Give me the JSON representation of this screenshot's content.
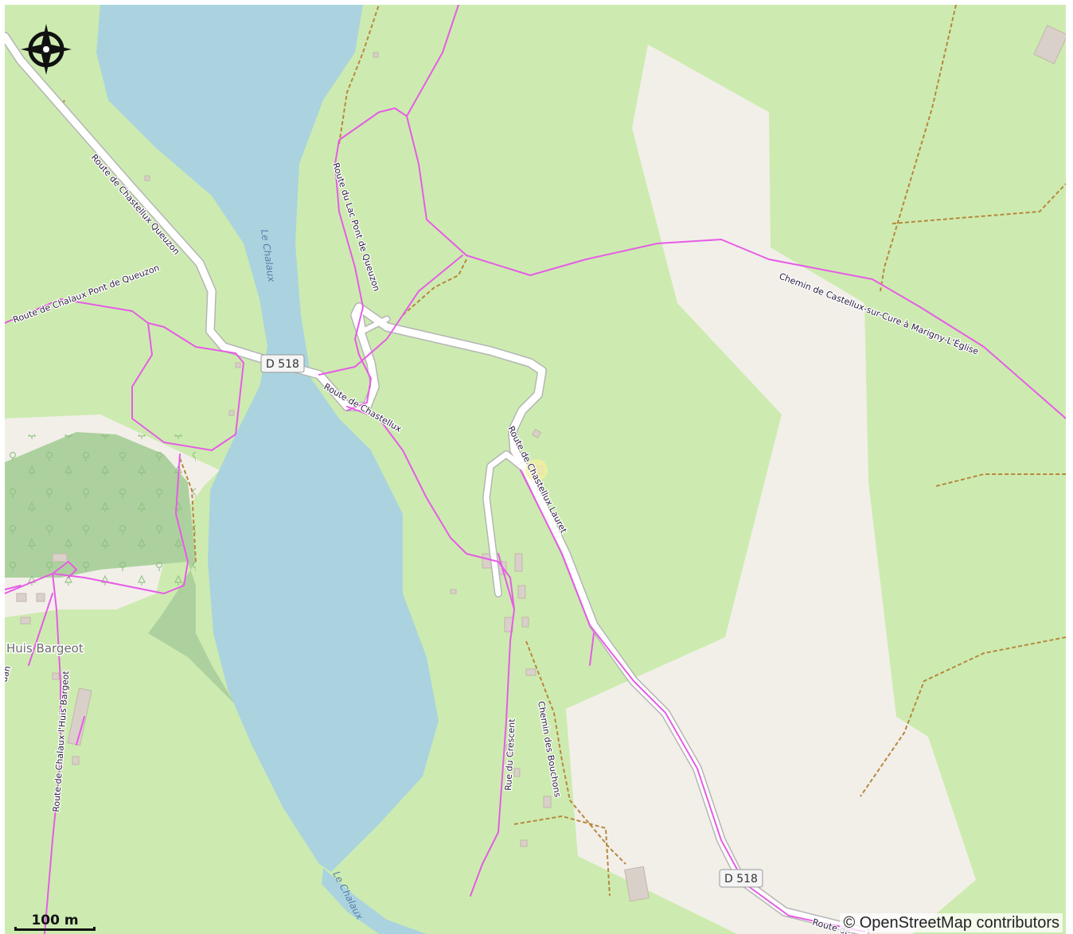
{
  "map": {
    "title_fragment": "ngligue quelque",
    "attribution": "© OpenStreetMap contributors",
    "scale_label": "100 m",
    "compass_icon": "compass-icon",
    "colors": {
      "grass": "#cdebb0",
      "water": "#aad3df",
      "farmland": "#f2efe9",
      "forest": "#add19e",
      "road_casing": "#b5b5b5",
      "road_fill": "#ffffff",
      "route_overlay": "#e65ce6",
      "track": "#b8873e",
      "building": "#d9d0c9"
    },
    "waterways": [
      {
        "name": "Le Chalaux"
      },
      {
        "name": "Le Chalaux"
      }
    ],
    "roads": [
      {
        "name": "Route de Chastellux Queuzon"
      },
      {
        "name": "Route de Chalaux Pont de Queuzon"
      },
      {
        "name": "Route du Lac Pont de Queuzon"
      },
      {
        "name": "Route de Chastellux"
      },
      {
        "name": "Route de Chastellux Lauret"
      },
      {
        "name": "Rue du Crescent"
      },
      {
        "name": "Chemin des Bouchons"
      },
      {
        "name": "Route de Chalaux l'Huis Bargeot"
      },
      {
        "name": "Chemin de Castellux-sur-Cure à Marigny-L'Église"
      },
      {
        "name": "Route de"
      }
    ],
    "shields": [
      {
        "ref": "D 518"
      },
      {
        "ref": "D 518"
      }
    ],
    "places": [
      {
        "name": "Huis Bargeot"
      },
      {
        "name": "uan"
      }
    ]
  }
}
